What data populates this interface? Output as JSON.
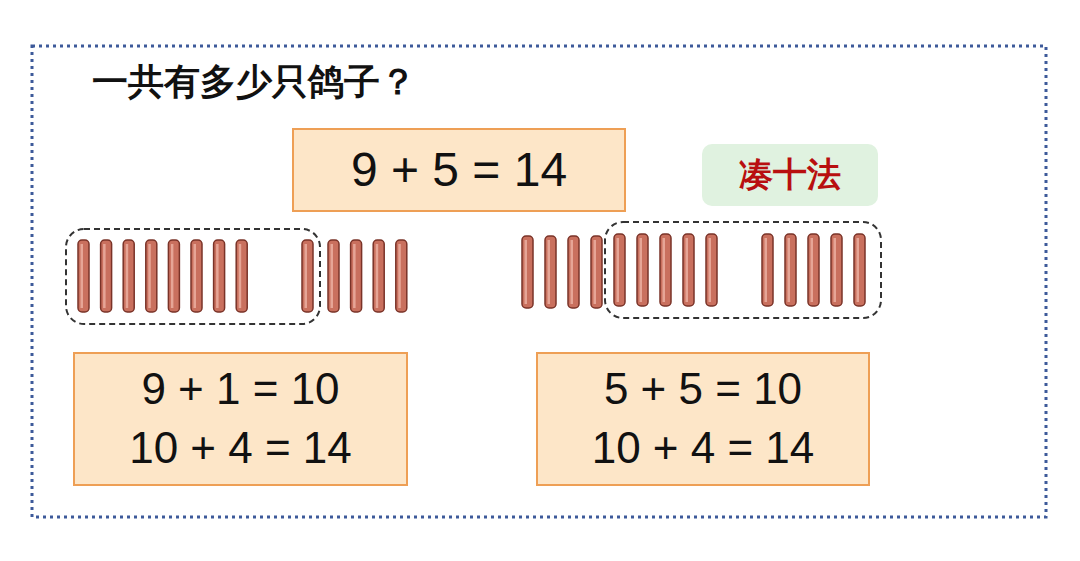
{
  "diagram": {
    "title": "一共有多少只鸽子？",
    "nodes": [
      {
        "text": [
          "9 + 5 = 14"
        ]
      },
      {
        "text": [
          "凑十法"
        ]
      },
      {
        "text": [
          "9 + 1 = 10",
          "10 + 4 = 14"
        ]
      },
      {
        "text": [
          "5 + 5 = 10",
          "10 + 4 = 14"
        ]
      }
    ]
  }
}
